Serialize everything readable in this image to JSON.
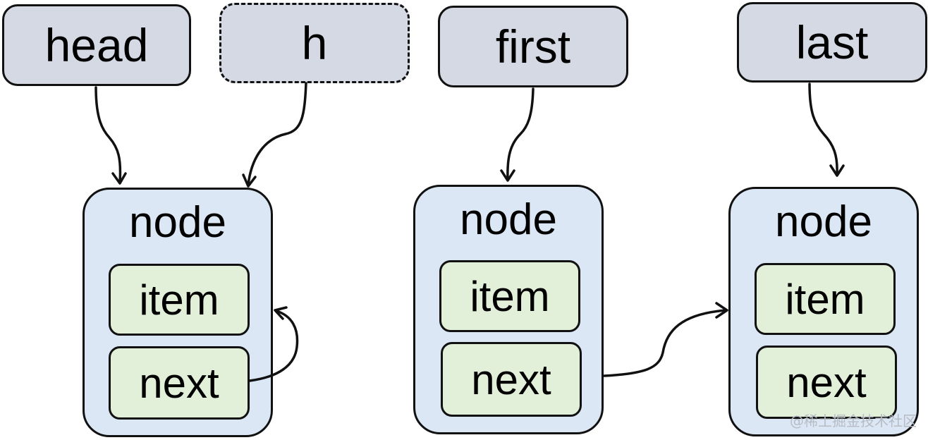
{
  "pointers": {
    "head": "head",
    "h": "h",
    "first": "first",
    "last": "last"
  },
  "nodes": [
    {
      "title": "node",
      "item": "item",
      "next": "next"
    },
    {
      "title": "node",
      "item": "item",
      "next": "next"
    },
    {
      "title": "node",
      "item": "item",
      "next": "next"
    }
  ],
  "watermark": "@稀土掘金技术社区",
  "colors": {
    "pointer_fill": "#d5d9e3",
    "node_fill": "#dbe7f5",
    "field_fill": "#e2efd9",
    "stroke": "#111111"
  }
}
